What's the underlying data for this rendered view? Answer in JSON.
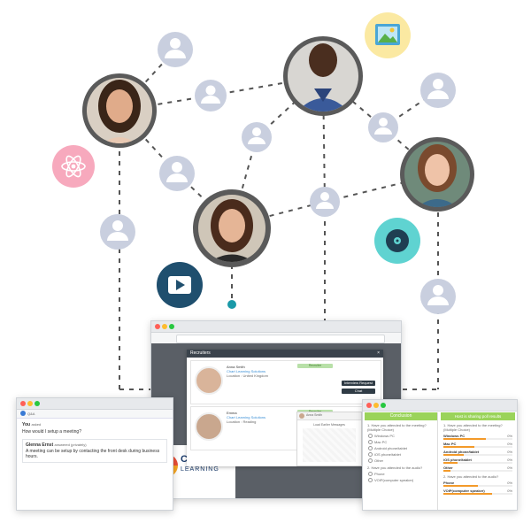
{
  "colors": {
    "line": "#555555",
    "avatar_bg": "#c9cfdf",
    "avatar_fg": "#ffffff",
    "atom_bg": "#f7a9bd",
    "photo_bg": "#fbe9a2",
    "music_bg": "#5fd3d1",
    "video_bg": "#1f4f6e",
    "accent_green": "#9ad35a",
    "dot_teal": "#1a99a8"
  },
  "icons": {
    "atom": "atom-icon",
    "image": "image-icon",
    "music": "music-disc-icon",
    "video": "video-play-icon",
    "user": "user-icon"
  },
  "recruiter_window": {
    "modal_title": "Recruiters",
    "close": "×",
    "cards": [
      {
        "name": "Anna Smith",
        "subtitle": "Chart Learning Solutions",
        "location": "Location : United Kingdom",
        "badge": "Recruiter",
        "actions": [
          "Interview Request",
          "Chat"
        ]
      },
      {
        "name": "Emma",
        "subtitle": "Chart Learning Solutions",
        "location": "Location : Reading",
        "badge": "Recruiter",
        "actions": []
      }
    ],
    "chat_popup": {
      "name": "Anna Smith",
      "status": "Load Earlier Messages"
    },
    "logo_text": [
      "CHART",
      "LEARNING"
    ]
  },
  "qa_window": {
    "tab_label": "Q&A",
    "messages": [
      {
        "author": "You",
        "action": "asked",
        "text": "How would I setup a meeting?"
      },
      {
        "author": "Glenna Ernst",
        "action": "answered (privately)",
        "text": "A meeting can be setup by contacting the front desk during business hours."
      }
    ]
  },
  "poll_window": {
    "left_header": "Conclusion",
    "right_header": "Host is sharing poll results",
    "questions": [
      "1. Have you attended to the meeting?(Multiple Choice)",
      "2. Have you attended to the audio?"
    ],
    "left_options": [
      "Windows PC",
      "Mac PC",
      "Android phone/tablet",
      "iOS phone/tablet",
      "Other"
    ],
    "left_options2": [
      "Phone",
      "VOIP(computer speaker)"
    ],
    "results": [
      {
        "label": "Windows PC",
        "pct": "0%",
        "fraction": 0.62
      },
      {
        "label": "Mac PC",
        "pct": "0%",
        "fraction": 0.45
      },
      {
        "label": "Android phone/tablet",
        "pct": "0%",
        "fraction": 0.3
      },
      {
        "label": "iOS phone/tablet",
        "pct": "0%",
        "fraction": 0.2
      },
      {
        "label": "Other",
        "pct": "0%",
        "fraction": 0.1
      }
    ],
    "results2": [
      {
        "label": "Phone",
        "pct": "0%",
        "fraction": 0.5
      },
      {
        "label": "VOIP(computer speaker)",
        "pct": "0%",
        "fraction": 0.7
      }
    ]
  }
}
